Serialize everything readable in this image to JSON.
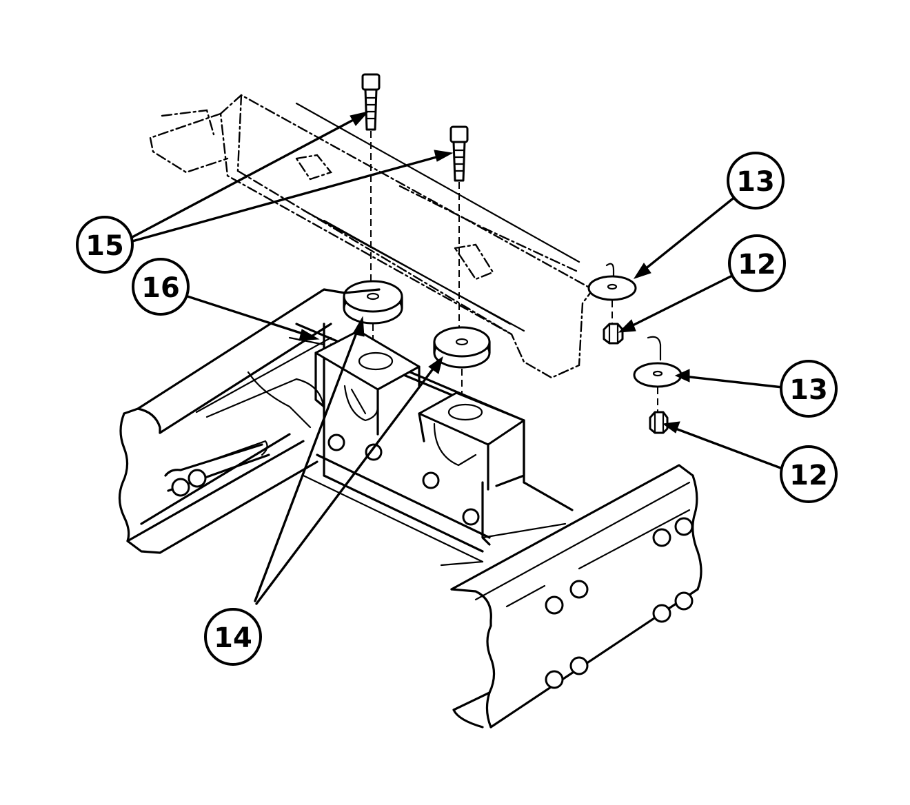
{
  "callouts": {
    "c15": "15",
    "c16": "16",
    "c13_upper": "13",
    "c12_upper": "12",
    "c13_lower": "13",
    "c12_lower": "12",
    "c14": "14"
  }
}
